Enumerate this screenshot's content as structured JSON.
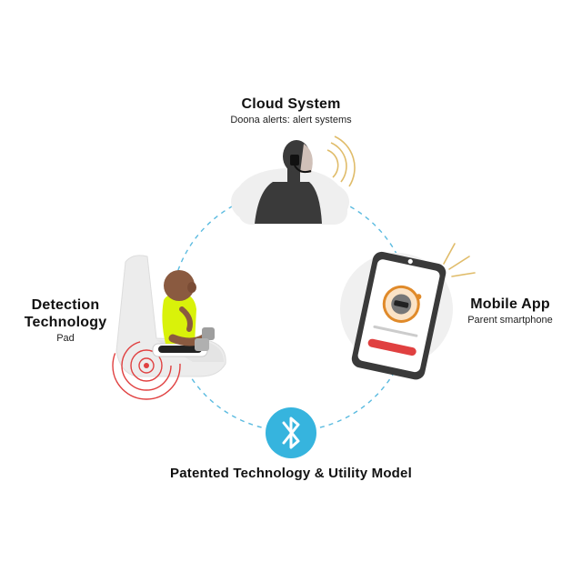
{
  "cloud": {
    "title": "Cloud System",
    "subtitle": "Doona alerts: alert systems"
  },
  "detection": {
    "title_line1": "Detection",
    "title_line2": "Technology",
    "subtitle": "Pad"
  },
  "mobile": {
    "title": "Mobile App",
    "subtitle": "Parent smartphone"
  },
  "footer": {
    "title": "Patented Technology & Utility Model"
  },
  "icons": {
    "cloud": "headset-operator-cloud-icon",
    "detection": "baby-car-seat-pad-icon",
    "mobile": "smartphone-alert-icon",
    "bluetooth": "bluetooth-icon"
  },
  "colors": {
    "ring": "#5bbbe0",
    "bluetooth": "#36b4de",
    "alert": "#e04040",
    "app_accent": "#e08a2a",
    "highlight": "#d9f20a",
    "skin": "#8a5a40"
  }
}
